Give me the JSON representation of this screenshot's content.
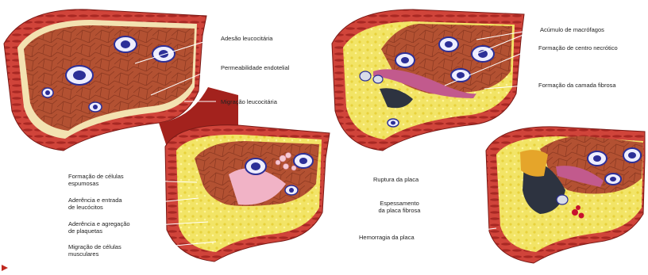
{
  "panels": [
    {
      "id": "stage-1",
      "labels": [
        "Adesão leucocitária",
        "Permeabilidade endotelial",
        "Migração leucocitária"
      ]
    },
    {
      "id": "stage-2",
      "labels": [
        "Formação de células\nespumosas",
        "Aderência e entrada\nde leucócitos",
        "Aderência e agregação\nde plaquetas",
        "Migração de células\nmusculares"
      ]
    },
    {
      "id": "stage-3",
      "labels": [
        "Acúmulo de macrófagos",
        "Formação de centro necrótico",
        "Formação da camada fibrosa"
      ]
    },
    {
      "id": "stage-4",
      "labels": [
        "Ruptura da placa",
        "Espessamento\nda placa fibrosa",
        "Hemorragia da placa"
      ]
    }
  ],
  "colors": {
    "vessel_wall": "#c8352c",
    "lumen": "#b8512f",
    "intima": "#f3e2b1",
    "plaque": "#f2e04a",
    "necrotic": "#2d3340",
    "leukocyte": "#2c2f97",
    "foam_cell": "#f1b3c6"
  }
}
